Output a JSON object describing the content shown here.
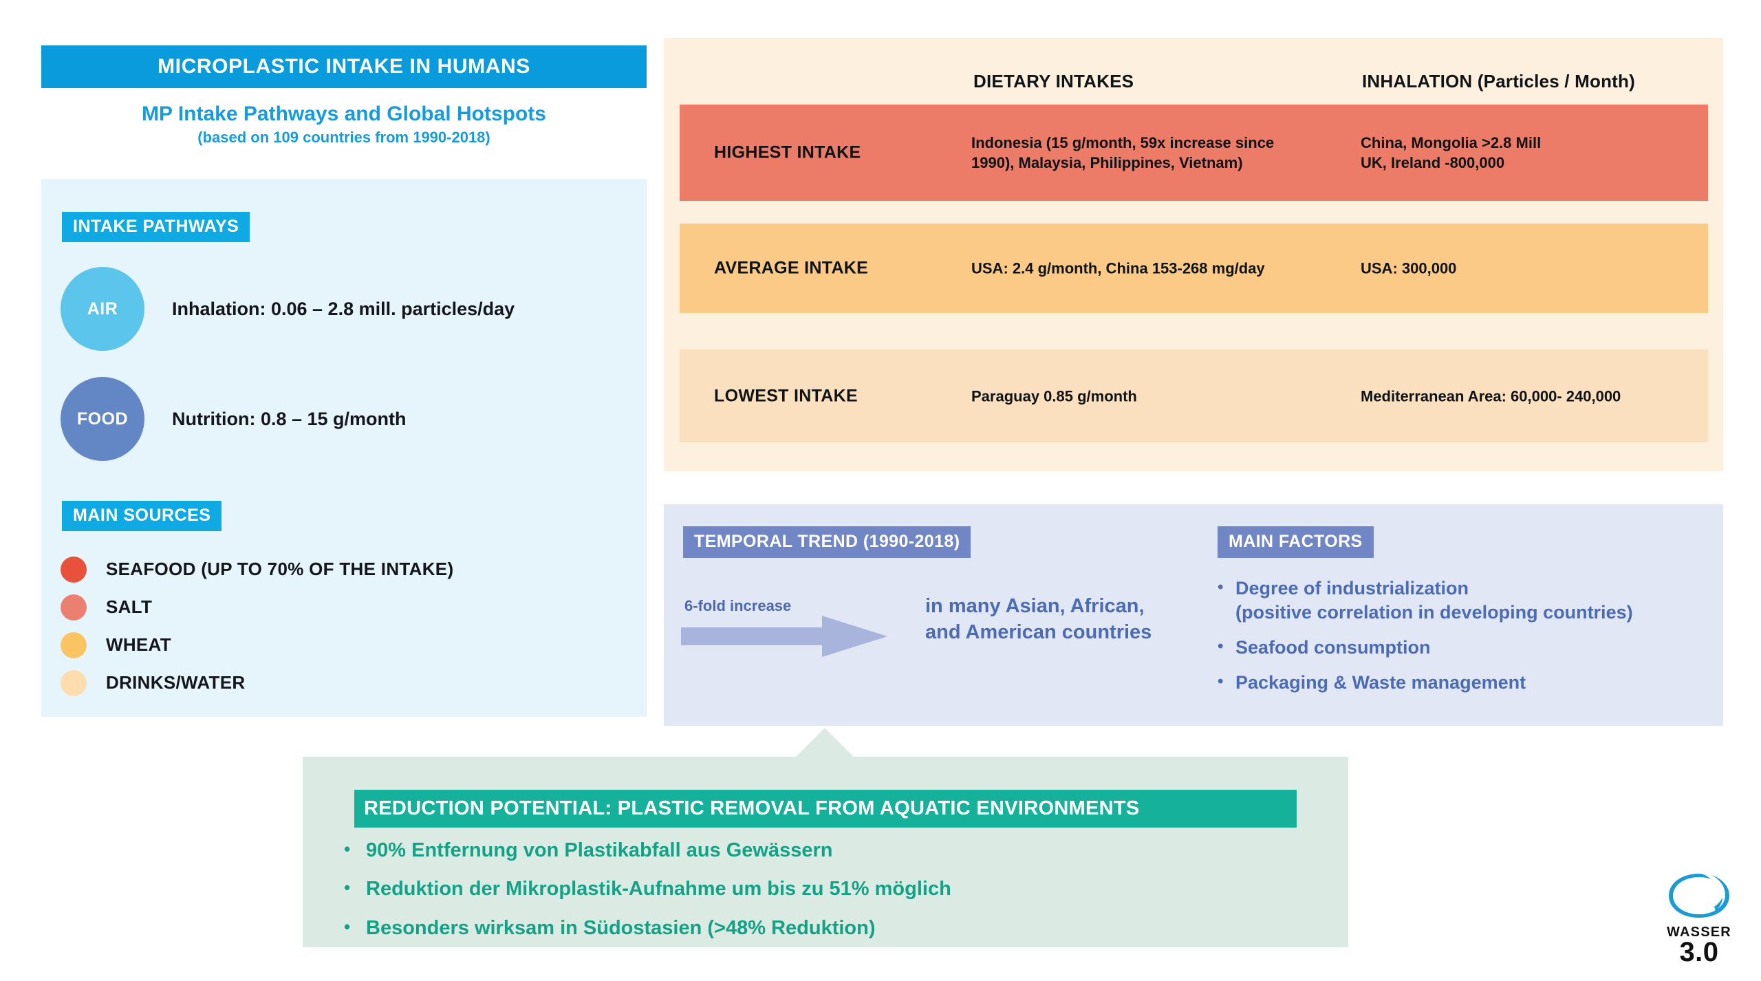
{
  "header": {
    "title": "MICROPLASTIC INTAKE IN HUMANS",
    "subtitle": "MP Intake Pathways and Global Hotspots",
    "note": "(based on 109 countries from 1990-2018)"
  },
  "left": {
    "pathways_tag": "INTAKE PATHWAYS",
    "pathways": [
      {
        "circle": "AIR",
        "text": "Inhalation: 0.06 – 2.8 mill. particles/day",
        "color": "#5BC5EC"
      },
      {
        "circle": "FOOD",
        "text": "Nutrition: 0.8 – 15 g/month",
        "color": "#6287C4"
      }
    ],
    "sources_tag": "MAIN SOURCES",
    "sources": [
      {
        "label": "SEAFOOD  (UP TO 70% OF THE INTAKE)",
        "color": "#E8513C"
      },
      {
        "label": "SALT",
        "color": "#EC8070"
      },
      {
        "label": "WHEAT",
        "color": "#FBC462"
      },
      {
        "label": "DRINKS/WATER",
        "color": "#FDDDAE"
      }
    ]
  },
  "table": {
    "columns": [
      "DIETARY INTAKES",
      "INHALATION (Particles / Month)"
    ],
    "rows": [
      {
        "label": "HIGHEST INTAKE",
        "dietary": "Indonesia (15 g/month, 59x increase since 1990), Malaysia, Philippines, Vietnam)",
        "inhalation": "China, Mongolia >2.8 Mill\nUK, Ireland -800,000",
        "color": "#EC7C68"
      },
      {
        "label": "AVERAGE INTAKE",
        "dietary": "USA: 2.4 g/month, China 153-268 mg/day",
        "inhalation": "USA: 300,000",
        "color": "#FBCA86"
      },
      {
        "label": "LOWEST INTAKE",
        "dietary": "Paraguay 0.85 g/month",
        "inhalation": "Mediterranean Area: 60,000- 240,000",
        "color": "#FBE0C0"
      }
    ]
  },
  "trend": {
    "tag": "TEMPORAL TREND (1990-2018)",
    "arrow_label": "6-fold increase",
    "arrow_result": "in many Asian, African,\nand American countries",
    "factors_tag": "MAIN FACTORS",
    "factors": [
      "Degree of industrialization\n(positive correlation in developing countries)",
      "Seafood consumption",
      "Packaging & Waste management"
    ]
  },
  "reduction": {
    "heading": "REDUCTION POTENTIAL: PLASTIC REMOVAL FROM AQUATIC ENVIRONMENTS",
    "items": [
      "90% Entfernung von Plastikabfall aus Gewässern",
      "Reduktion der Mikroplastik-Aufnahme um bis zu 51% möglich",
      "Besonders wirksam in Südostasien (>48% Reduktion)"
    ]
  },
  "logo": {
    "word": "WASSER",
    "version": "3.0",
    "color": "#1C9AD6"
  },
  "colors": {
    "brand_blue": "#0A9BDD",
    "panel_blue": "#E6F4FC",
    "panel_cream": "#FDF0DE",
    "panel_lavender": "#E2E7F5",
    "slate_blue": "#7186C4",
    "teal": "#15B19A",
    "panel_green": "#DCEAE4"
  }
}
